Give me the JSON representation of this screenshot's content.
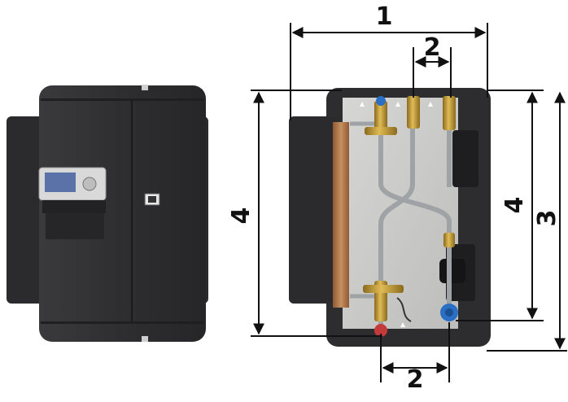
{
  "dimension_labels": {
    "top_width": "1",
    "top_spacing": "2",
    "bottom_spacing": "2",
    "left_height": "4",
    "inner_right_height": "4",
    "outer_right_height": "3"
  },
  "colors": {
    "housing_dark": "#2f2f31",
    "panel_interior": "#c9c9c7",
    "brass": "#c9a23a",
    "copper_plate": "#b67a4c",
    "pipe_steel": "#9fa3a6",
    "valve_blue": "#2b6fc4",
    "valve_red": "#c33a3a"
  },
  "icons": [
    "controller-display-icon",
    "logo-badge-icon"
  ]
}
